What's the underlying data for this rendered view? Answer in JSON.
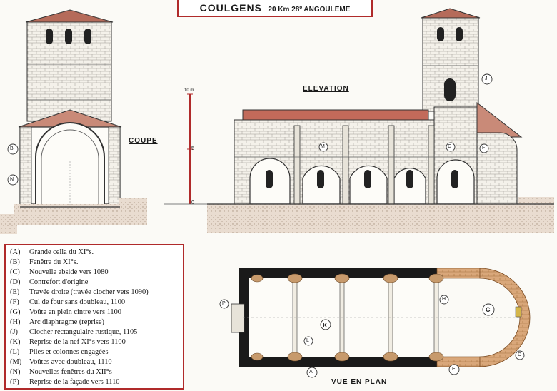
{
  "title": {
    "main": "COULGENS",
    "sub": "20 Km 28º ANGOULEME"
  },
  "labels": {
    "coupe": "COUPE",
    "elevation": "ELEVATION",
    "plan": "VUE EN PLAN"
  },
  "scale": {
    "top": "10 m",
    "mid": "5",
    "zero": "0"
  },
  "markers": {
    "B": "B",
    "N": "N",
    "J": "J",
    "M": "M",
    "G": "G",
    "F": "F",
    "P": "P",
    "H": "H",
    "K": "K",
    "C": "C",
    "L": "L",
    "A": "A",
    "E": "E",
    "D": "D"
  },
  "legend": [
    {
      "code": "(A)",
      "text": "Grande cella du XI°s."
    },
    {
      "code": "(B)",
      "text": "Fenêtre du XI°s."
    },
    {
      "code": "(C)",
      "text": "Nouvelle abside vers 1080"
    },
    {
      "code": "(D)",
      "text": "Contrefort d'origine"
    },
    {
      "code": "(E)",
      "text": "Travée droite (travée clocher vers 1090)"
    },
    {
      "code": "(F)",
      "text": "Cul de four sans doubleau, 1100"
    },
    {
      "code": "(G)",
      "text": "Voûte en plein cintre vers 1100"
    },
    {
      "code": "(H)",
      "text": "Arc diaphragme (reprise)"
    },
    {
      "code": "(J)",
      "text": "Clocher rectangulaire rustique, 1105"
    },
    {
      "code": "(K)",
      "text": "Reprise de la nef  XI°s vers 1100"
    },
    {
      "code": "(L)",
      "text": "Piles et colonnes engagées"
    },
    {
      "code": "(M)",
      "text": "Voûtes avec doubleau, 1110"
    },
    {
      "code": "(N)",
      "text": "Nouvelles fenêtres du XII°s"
    },
    {
      "code": "(P)",
      "text": "Reprise de la façade vers 1110"
    }
  ]
}
